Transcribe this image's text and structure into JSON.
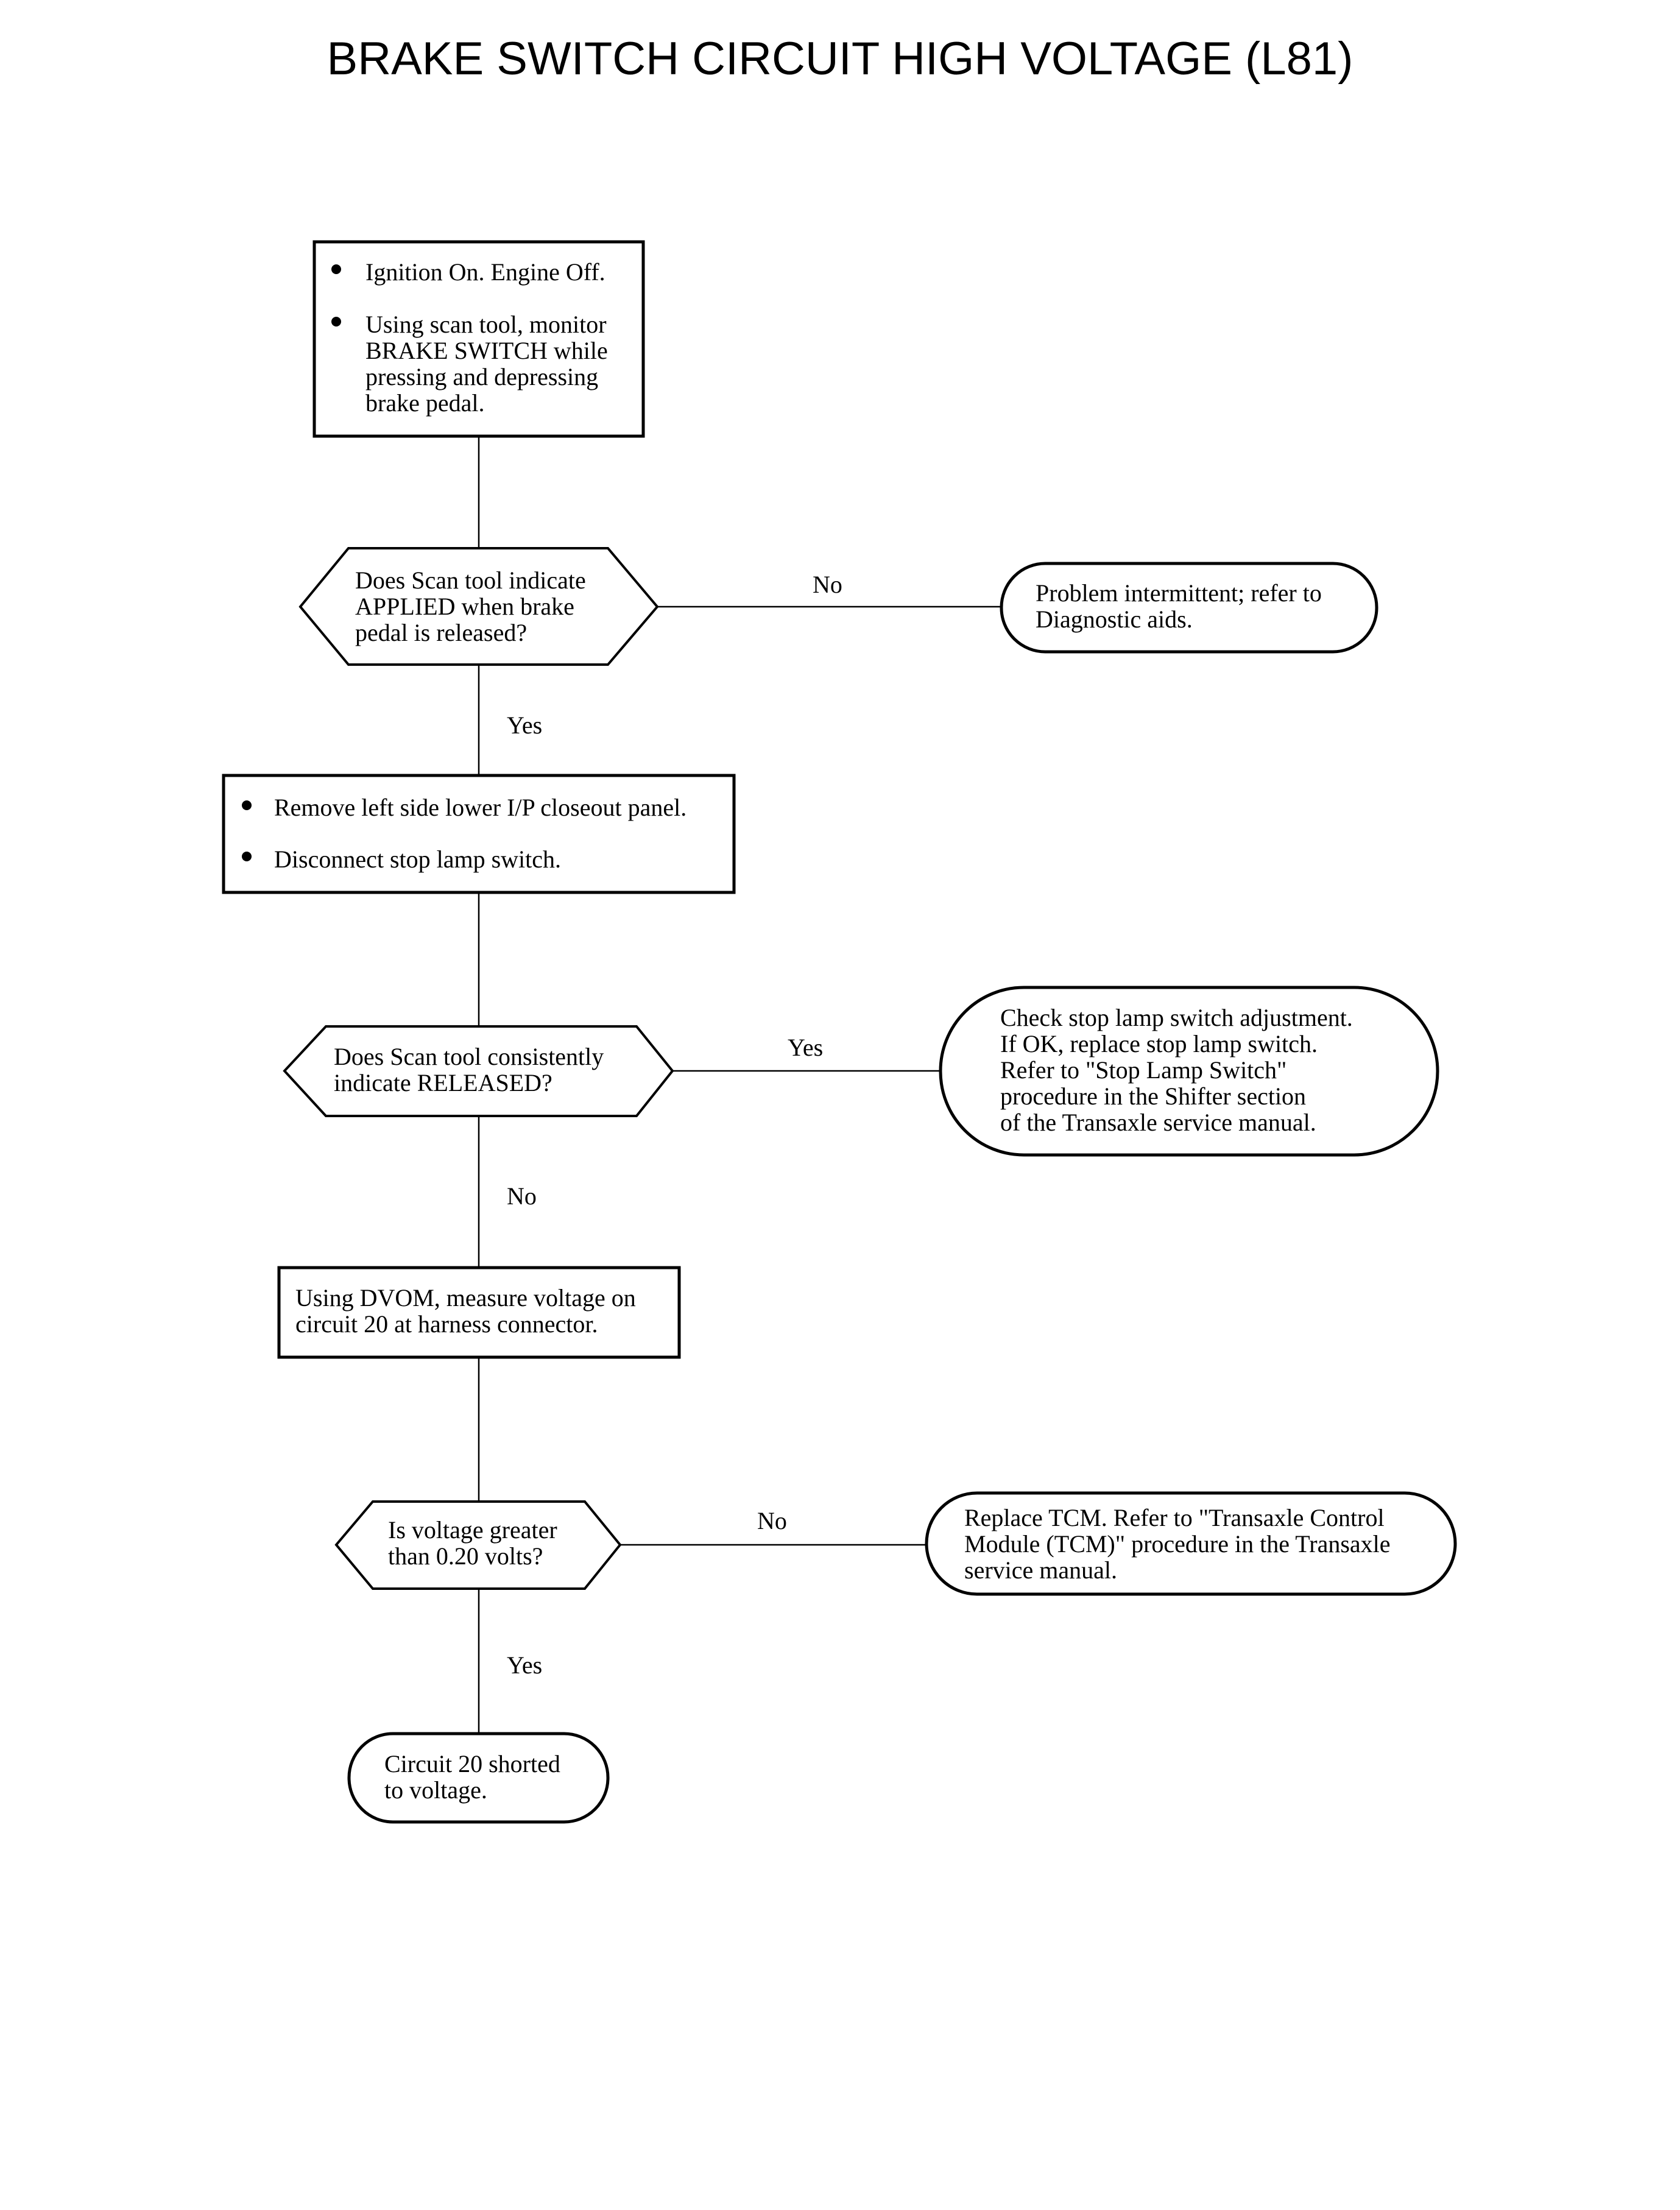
{
  "title": "BRAKE SWITCH CIRCUIT HIGH VOLTAGE (L81)",
  "nodes": {
    "step1": {
      "bullets": [
        [
          "Ignition On. Engine Off."
        ],
        [
          "Using scan tool, monitor",
          "BRAKE SWITCH while",
          "pressing and depressing",
          "brake pedal."
        ]
      ]
    },
    "decision1": {
      "lines": [
        "Does Scan tool indicate",
        "APPLIED when brake",
        "pedal is released?"
      ]
    },
    "result1": {
      "lines": [
        "Problem intermittent; refer to",
        "Diagnostic aids."
      ]
    },
    "step2": {
      "bullets": [
        [
          "Remove left side lower I/P closeout panel."
        ],
        [
          "Disconnect stop lamp switch."
        ]
      ]
    },
    "decision2": {
      "lines": [
        "Does Scan tool consistently",
        "indicate RELEASED?"
      ]
    },
    "result2": {
      "lines": [
        "Check stop lamp switch adjustment.",
        "If OK, replace stop lamp switch.",
        "Refer to \"Stop Lamp Switch\"",
        "procedure in the Shifter section",
        "of the Transaxle service manual."
      ]
    },
    "step3": {
      "lines": [
        "Using DVOM, measure voltage on",
        "circuit 20 at harness connector."
      ]
    },
    "decision3": {
      "lines": [
        "Is voltage greater",
        "than 0.20 volts?"
      ]
    },
    "result3": {
      "lines": [
        "Replace TCM. Refer to \"Transaxle Control",
        "Module (TCM)\" procedure in the Transaxle",
        "service manual."
      ]
    },
    "result4": {
      "lines": [
        "Circuit 20 shorted",
        "to voltage."
      ]
    }
  },
  "edges": {
    "d1_no": "No",
    "d1_yes": "Yes",
    "d2_yes": "Yes",
    "d2_no": "No",
    "d3_no": "No",
    "d3_yes": "Yes"
  }
}
